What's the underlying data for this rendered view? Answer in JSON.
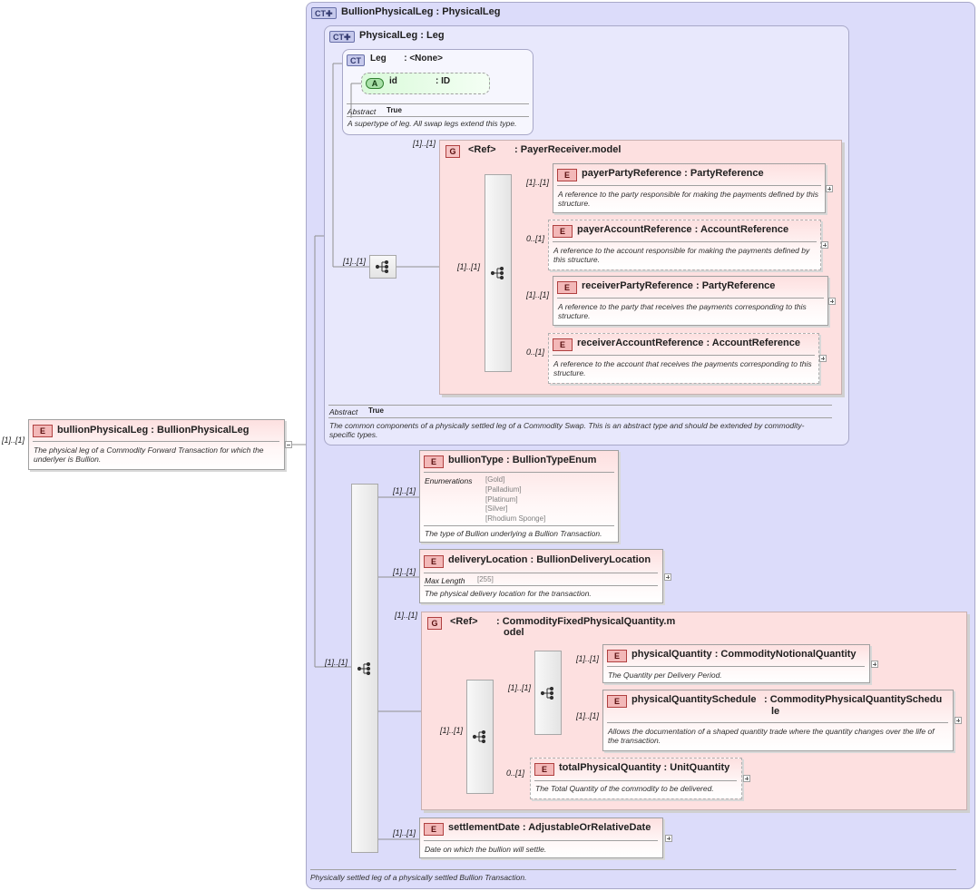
{
  "root": {
    "multiplicity": "[1]..[1]",
    "name": "bullionPhysicalLeg",
    "type": "BullionPhysicalLeg",
    "doc": "The physical leg of a Commodity Forward Transaction for which the underlyer is Bullion."
  },
  "bullion_ct": {
    "badge": "CT",
    "name": "BullionPhysicalLeg",
    "base": "PhysicalLeg",
    "doc": "Physically settled leg of a physically settled Bullion Transaction."
  },
  "physical_ct": {
    "badge": "CT",
    "name": "PhysicalLeg",
    "base": "Leg",
    "abstract_label": "Abstract",
    "abstract_value": "True",
    "doc": "The common components of a physically settled leg of a Commodity Swap. This is an abstract type and should be extended by commodity-specific types."
  },
  "leg_ct": {
    "badge": "CT",
    "name": "Leg",
    "base": "<None>",
    "attr_badge": "A",
    "attr_name": "id",
    "attr_type": "ID",
    "abstract_label": "Abstract",
    "abstract_value": "True",
    "doc": "A supertype of leg. All swap legs extend this type."
  },
  "payer_group": {
    "multiplicity": "[1]..[1]",
    "badge": "G",
    "name": "<Ref>",
    "type": "PayerReceiver.model",
    "seq_mult_outer": "[1]..[1]",
    "seq_mult_inner": "[1]..[1]",
    "elements": [
      {
        "mult": "[1]..[1]",
        "name": "payerPartyReference",
        "type": "PartyReference",
        "doc": "A reference to the party responsible for making the payments defined by this structure."
      },
      {
        "mult": "0..[1]",
        "name": "payerAccountReference",
        "type": "AccountReference",
        "doc": "A reference to the account responsible for making the payments defined by this structure."
      },
      {
        "mult": "[1]..[1]",
        "name": "receiverPartyReference",
        "type": "PartyReference",
        "doc": "A reference to the party that receives the payments corresponding to this structure."
      },
      {
        "mult": "0..[1]",
        "name": "receiverAccountReference",
        "type": "AccountReference",
        "doc": "A reference to the account that receives the payments corresponding to this structure."
      }
    ]
  },
  "main_seq_mult": "[1]..[1]",
  "bullion_type": {
    "mult": "[1]..[1]",
    "name": "bullionType",
    "type": "BullionTypeEnum",
    "enum_label": "Enumerations",
    "enums": [
      "[Gold]",
      "[Palladium]",
      "[Platinum]",
      "[Silver]",
      "[Rhodium Sponge]"
    ],
    "doc": "The type of Bullion underlying a Bullion Transaction."
  },
  "delivery_location": {
    "mult": "[1]..[1]",
    "name": "deliveryLocation",
    "type": "BullionDeliveryLocation",
    "facet_label": "Max Length",
    "facet_value": "[255]",
    "doc": "The physical delivery location for the transaction."
  },
  "quantity_group": {
    "mult": "[1]..[1]",
    "badge": "G",
    "name": "<Ref>",
    "type_line1": ": CommodityFixedPhysicalQuantity.m",
    "type_line2": "odel",
    "seq_mult": "[1]..[1]",
    "choice_mult": "[1]..[1]",
    "physical_quantity": {
      "mult": "[1]..[1]",
      "name": "physicalQuantity",
      "type": "CommodityNotionalQuantity",
      "doc": "The Quantity per Delivery Period."
    },
    "quantity_schedule": {
      "mult": "[1]..[1]",
      "name": "physicalQuantitySchedule",
      "type_line1": ": CommodityPhysicalQuantitySchedu",
      "type_line2": "le",
      "doc": "Allows the documentation of a shaped quantity trade where the quantity changes over the life of the transaction."
    },
    "total_quantity": {
      "mult": "0..[1]",
      "name": "totalPhysicalQuantity",
      "type": "UnitQuantity",
      "doc": "The Total Quantity of the commodity to be delivered."
    }
  },
  "settlement_date": {
    "mult": "[1]..[1]",
    "name": "settlementDate",
    "type": "AdjustableOrRelativeDate",
    "doc": "Date on which the bullion will settle."
  }
}
